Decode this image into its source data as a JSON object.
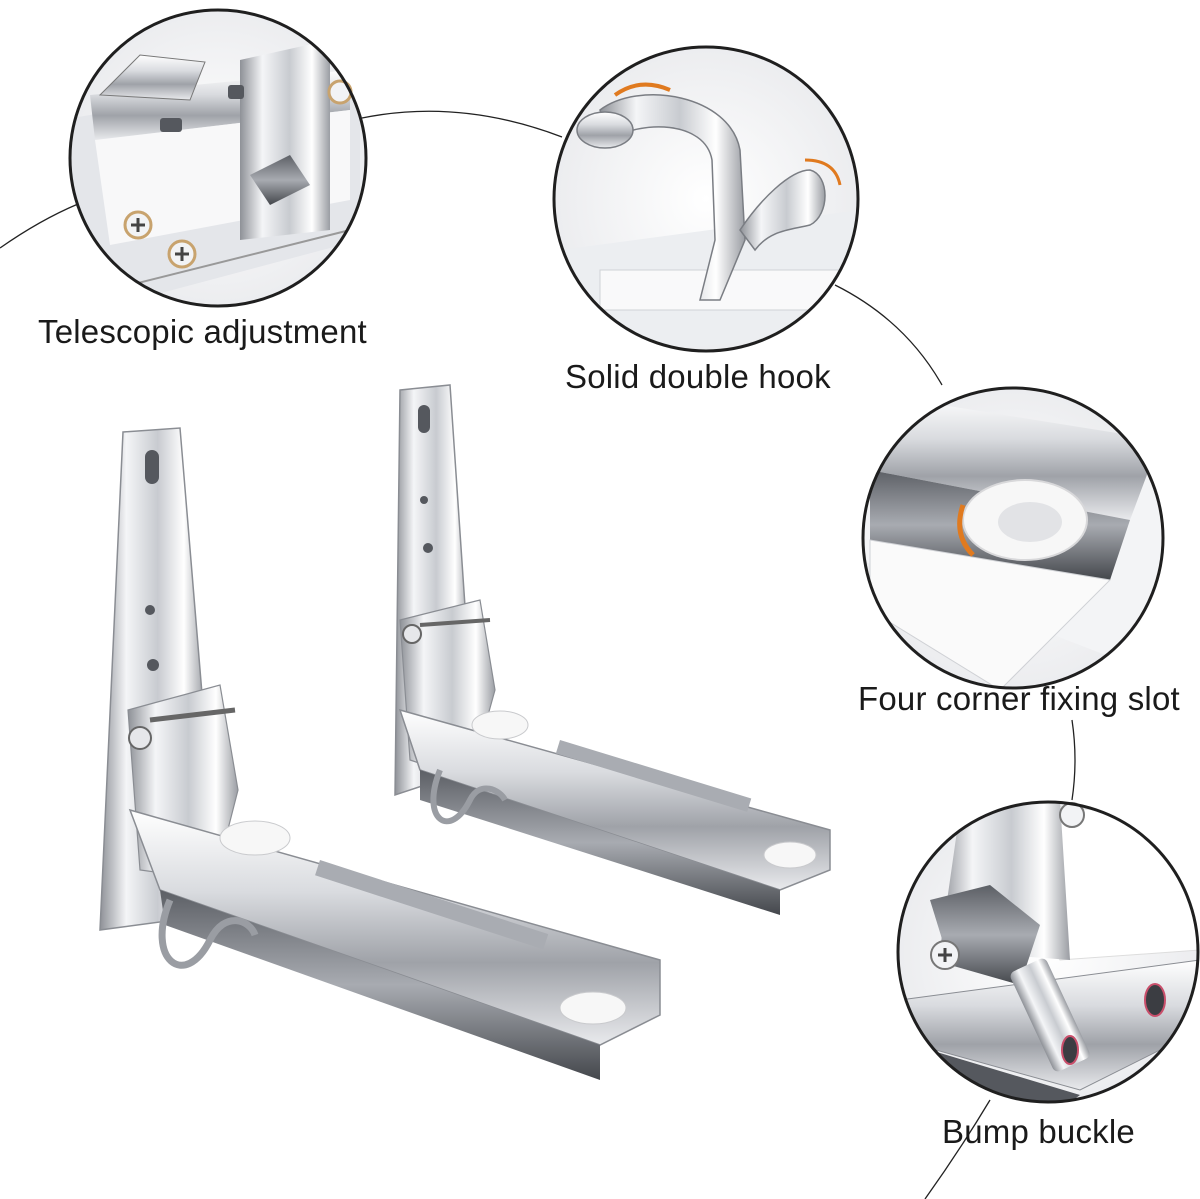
{
  "callouts": {
    "telescopic": "Telescopic adjustment",
    "hook": "Solid double hook",
    "slot": "Four corner fixing slot",
    "buckle": "Bump buckle"
  },
  "colors": {
    "steel_light": "#f2f3f5",
    "steel_mid": "#b9bcc2",
    "steel_dark": "#55585e",
    "pad_white": "#f7f7f7",
    "accent_orange": "#e07a1f",
    "line": "#222222"
  },
  "icons": [
    "screw-icon",
    "hook-icon",
    "pad-icon"
  ]
}
